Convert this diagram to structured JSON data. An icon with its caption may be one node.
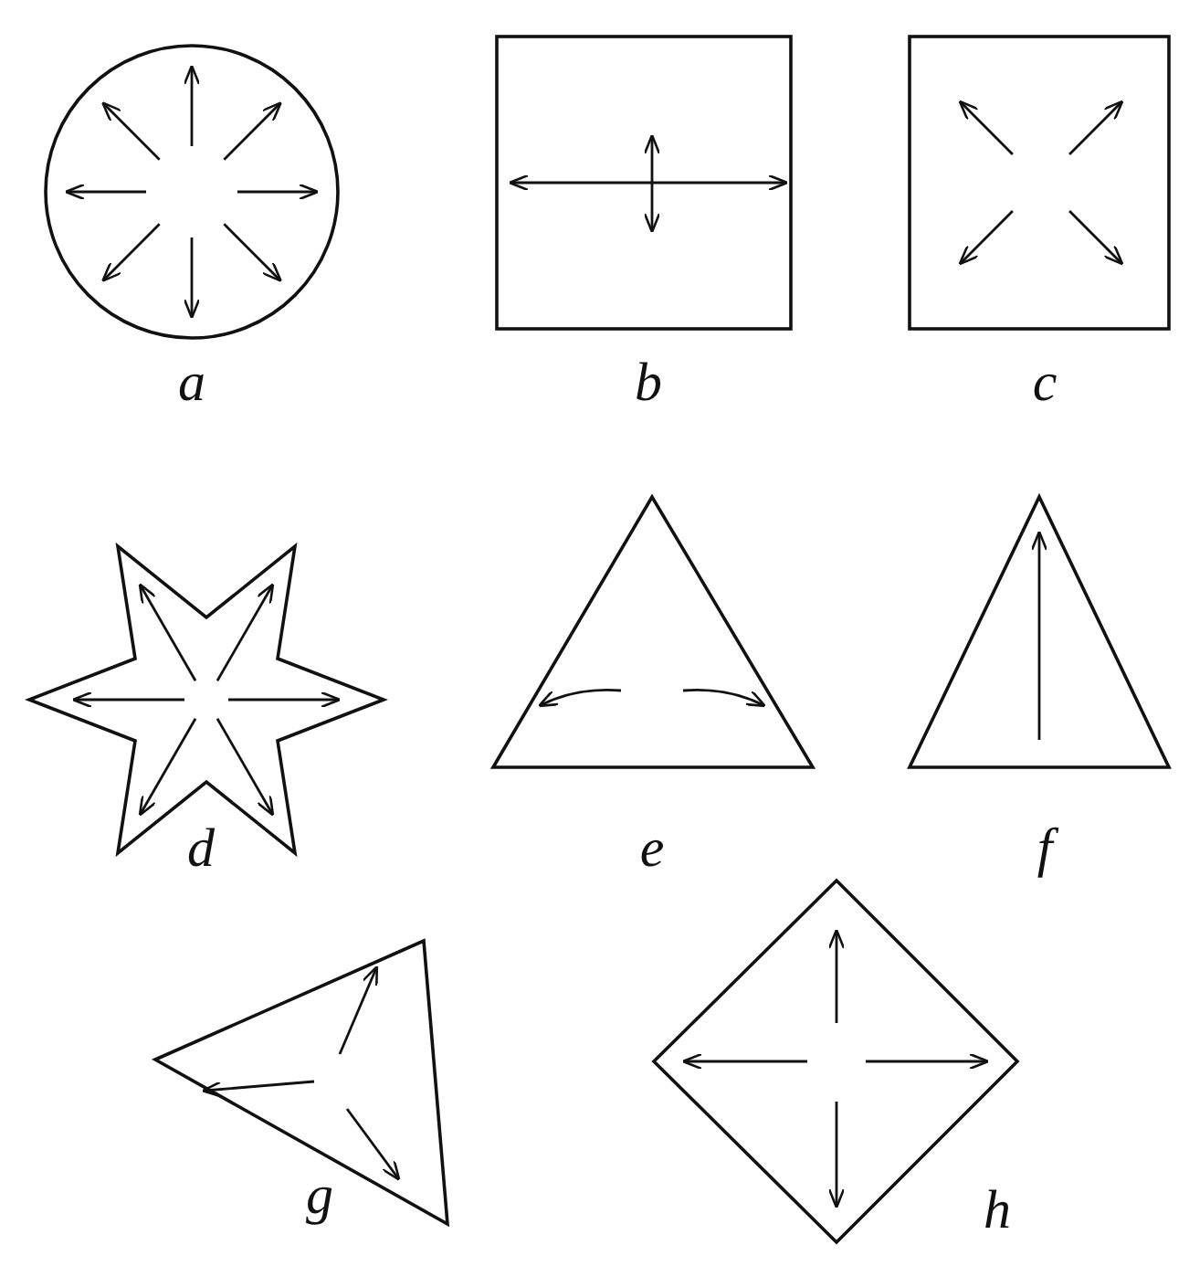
{
  "diagram": {
    "labels": [
      "a",
      "b",
      "c",
      "d",
      "e",
      "f",
      "g",
      "h"
    ]
  }
}
